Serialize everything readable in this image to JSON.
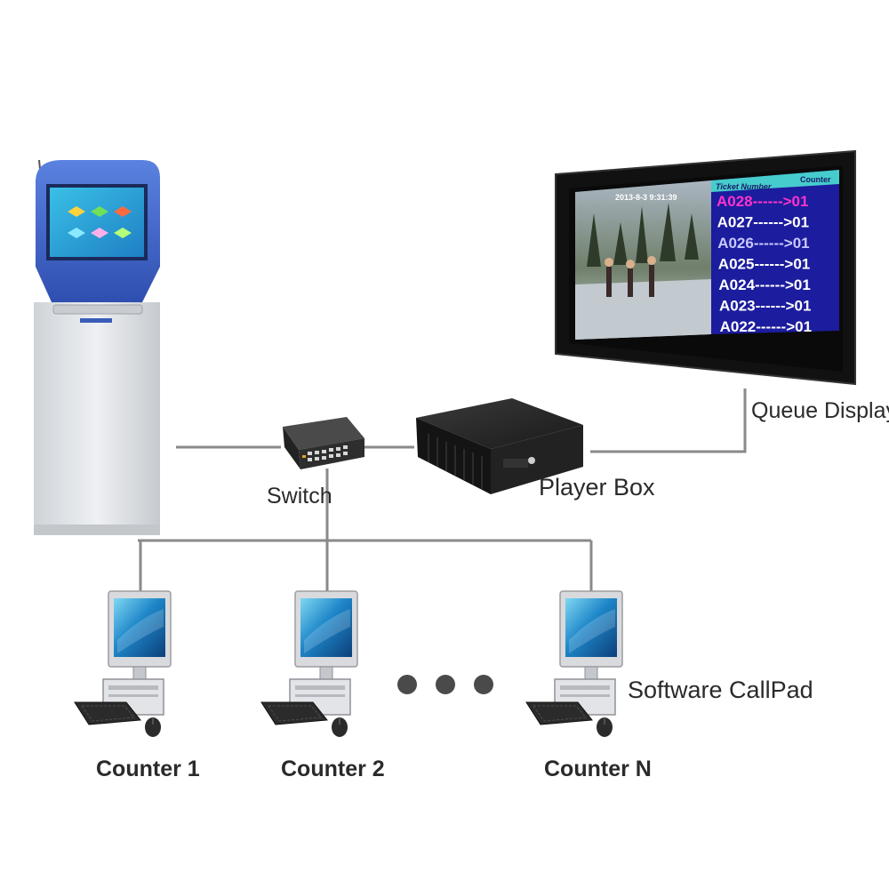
{
  "labels": {
    "switch": "Switch",
    "player_box": "Player Box",
    "queue_display": "Queue Display",
    "software_callpad": "Software CallPad",
    "counter_1": "Counter 1",
    "counter_2": "Counter 2",
    "counter_n": "Counter N"
  },
  "queue_display": {
    "clock": "2013-8-3 9:31:39",
    "header_ticket": "Ticket Number",
    "header_counter": "Counter",
    "rows": [
      {
        "text": "A028------>01",
        "color": "#ff33cc"
      },
      {
        "text": "A027------>01",
        "color": "#ffffff"
      },
      {
        "text": "A026------>01",
        "color": "#c8c8ff"
      },
      {
        "text": "A025------>01",
        "color": "#ffffff"
      },
      {
        "text": "A024------>01",
        "color": "#ffffff"
      },
      {
        "text": "A023------>01",
        "color": "#ffffff"
      },
      {
        "text": "A022------>01",
        "color": "#ffffff"
      }
    ]
  },
  "colors": {
    "kiosk_blue": "#3f64c8",
    "kiosk_body": "#e3e6ea",
    "queue_panel": "#1c1c9e",
    "queue_header": "#46cccc",
    "line": "#888888"
  },
  "icons": {
    "kiosk": "kiosk-icon",
    "switch": "network-switch-icon",
    "player_box": "media-player-box-icon",
    "display": "lcd-display-icon",
    "computer": "desktop-computer-icon",
    "ellipsis": "ellipsis-icon"
  }
}
